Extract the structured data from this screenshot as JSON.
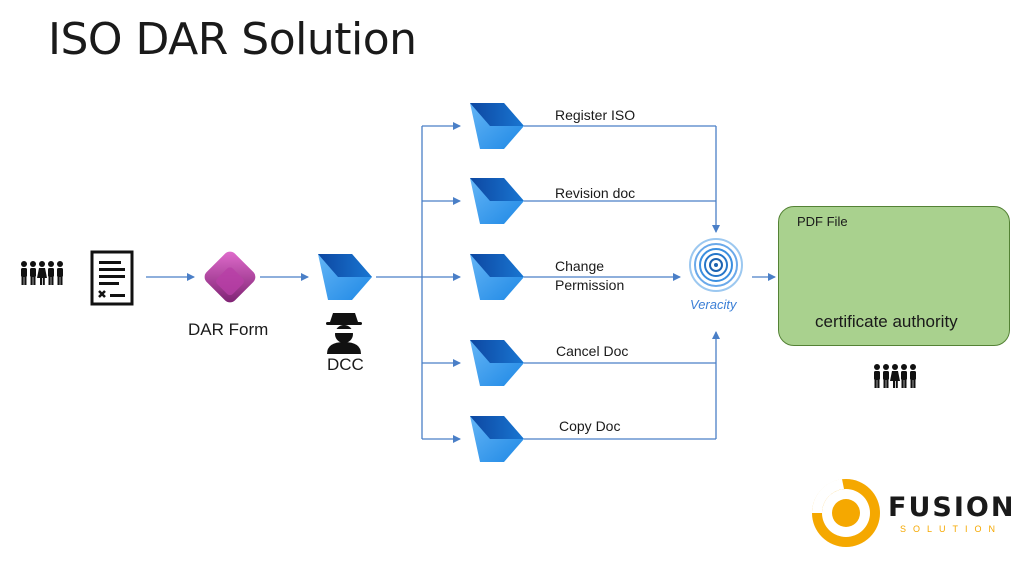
{
  "title": "ISO DAR Solution",
  "labels": {
    "dar_form": "DAR Form",
    "dcc": "DCC",
    "veracity": "Veracity",
    "pdf_file": "PDF File",
    "certificate_authority": "certificate authority"
  },
  "flows": [
    {
      "label": "Register ISO"
    },
    {
      "label": "Revision doc"
    },
    {
      "label": "Change\nPermission"
    },
    {
      "label": "Cancel Doc"
    },
    {
      "label": "Copy Doc"
    }
  ],
  "logo": {
    "name": "FUSION",
    "sub": "SOLUTION"
  },
  "colors": {
    "arrow": "#4a7fc7",
    "flow_dark": "#1565c0",
    "flow_light": "#42a5f5",
    "powerapps": "#9c2f8e",
    "cert_fill": "#a9d18e",
    "logo_orange": "#f5a800"
  },
  "icons": [
    "people-group-icon",
    "form-document-icon",
    "power-apps-icon",
    "power-automate-icon",
    "spy-agent-icon",
    "fingerprint-icon",
    "plus-icon"
  ]
}
